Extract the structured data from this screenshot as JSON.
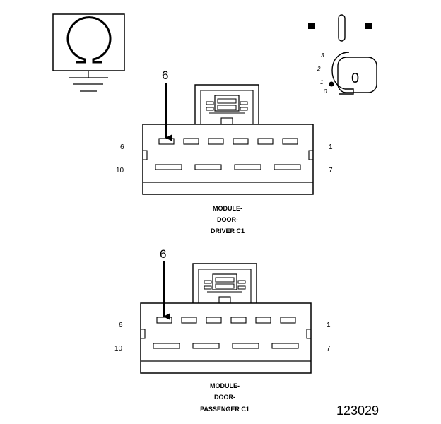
{
  "ohmmeter": {
    "symbol": "Ω"
  },
  "ignition": {
    "positions": [
      "3",
      "2",
      "1",
      "0"
    ],
    "key_value": "0"
  },
  "connectors": [
    {
      "callout": "6",
      "pins": {
        "top_left": "6",
        "top_right": "1",
        "bottom_left": "10",
        "bottom_right": "7"
      },
      "label": [
        "MODULE-",
        "DOOR-",
        "DRIVER C1"
      ]
    },
    {
      "callout": "6",
      "pins": {
        "top_left": "6",
        "top_right": "1",
        "bottom_left": "10",
        "bottom_right": "7"
      },
      "label": [
        "MODULE-",
        "DOOR-",
        "PASSENGER C1"
      ]
    }
  ],
  "figure_number": "123029"
}
